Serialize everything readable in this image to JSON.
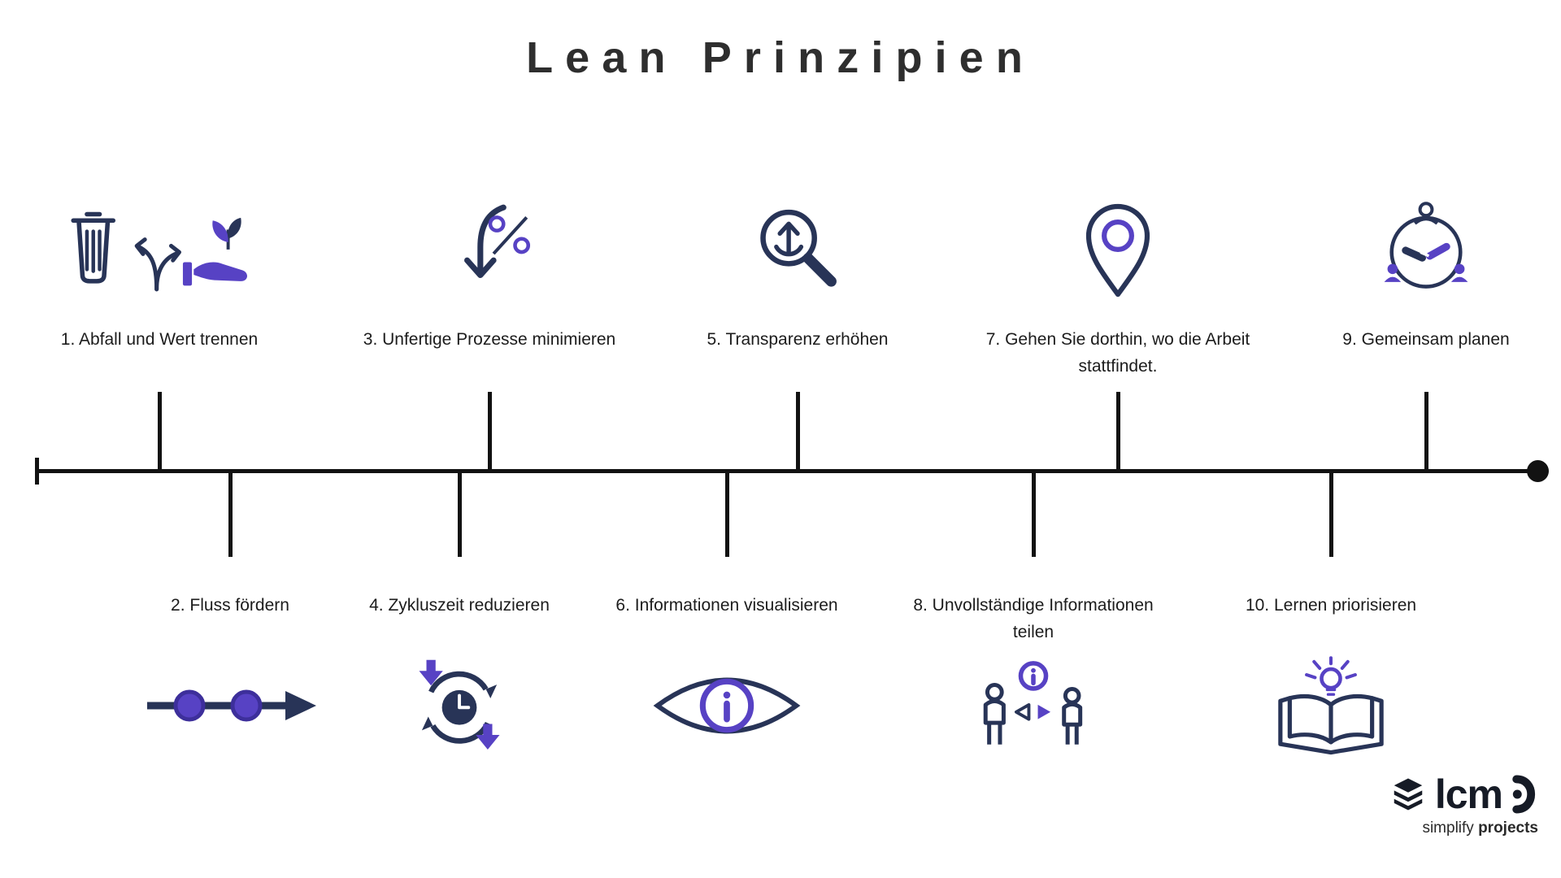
{
  "title": "Lean Prinzipien",
  "colors": {
    "navy": "#283457",
    "purple": "#5742c4",
    "timeline": "#121212"
  },
  "principles": [
    {
      "label": "1. Abfall und Wert trennen",
      "icon": "waste-value-icon",
      "side": "top"
    },
    {
      "label": "2. Fluss fördern",
      "icon": "flow-icon",
      "side": "bottom"
    },
    {
      "label": "3. Unfertige Prozesse minimieren",
      "icon": "wip-percent-icon",
      "side": "top"
    },
    {
      "label": "4. Zykluszeit reduzieren",
      "icon": "cycle-time-icon",
      "side": "bottom"
    },
    {
      "label": "5. Transparenz erhöhen",
      "icon": "magnifier-icon",
      "side": "top"
    },
    {
      "label": "6. Informationen visualisieren",
      "icon": "eye-info-icon",
      "side": "bottom"
    },
    {
      "label": "7. Gehen Sie dorthin, wo die Arbeit stattfindet.",
      "icon": "location-pin-icon",
      "side": "top"
    },
    {
      "label": "8. Unvollständige Informationen teilen",
      "icon": "people-share-icon",
      "side": "bottom"
    },
    {
      "label": "9. Gemeinsam planen",
      "icon": "plan-together-icon",
      "side": "top"
    },
    {
      "label": "10. Lernen priorisieren",
      "icon": "book-bulb-icon",
      "side": "bottom"
    }
  ],
  "logo": {
    "text": "lcm",
    "tagline_normal": "simplify",
    "tagline_bold": "projects"
  }
}
